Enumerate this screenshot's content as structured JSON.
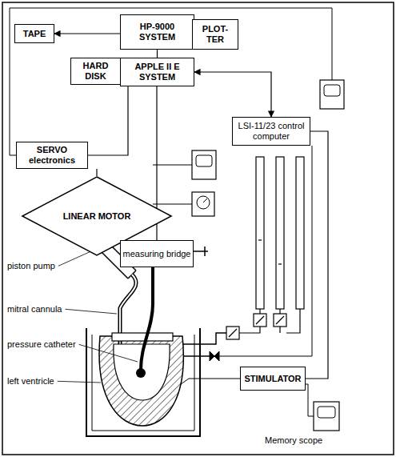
{
  "diagram": {
    "nodes": [
      {
        "text": [
          "TAPE"
        ]
      },
      {
        "text": [
          "HP-9000 SYSTEM"
        ]
      },
      {
        "text": [
          "PLOT- TER"
        ]
      },
      {
        "text": [
          "HARD DISK"
        ]
      },
      {
        "text": [
          "APPLE II E SYSTEM"
        ]
      },
      {
        "text": [
          "LSI-11/23 control computer"
        ]
      },
      {
        "text": [
          "SERVO electronics"
        ]
      },
      {
        "text": [
          "LINEAR MOTOR"
        ]
      },
      {
        "text": [
          "measuring bridge"
        ]
      },
      {
        "text": [
          "STIMULATOR"
        ]
      }
    ],
    "edges": [
      {
        "from": 1,
        "to": 0,
        "arrow": "to"
      },
      {
        "from": 1,
        "to": 2,
        "arrow": "none"
      },
      {
        "from": 1,
        "to": 4,
        "arrow": "none"
      },
      {
        "from": 3,
        "to": 4,
        "arrow": "none"
      },
      {
        "from": 4,
        "to": 5,
        "arrow": "both"
      },
      {
        "from": 4,
        "to": 6,
        "arrow": "none"
      },
      {
        "from": 6,
        "to": 7,
        "arrow": "none"
      },
      {
        "from": 4,
        "to": 8,
        "arrow": "none"
      },
      {
        "from": 5,
        "to": 9,
        "arrow": "none"
      }
    ],
    "labels": [
      "piston pump",
      "mitral cannula",
      "pressure catheter",
      "left ventricle",
      "Memory scope"
    ]
  }
}
